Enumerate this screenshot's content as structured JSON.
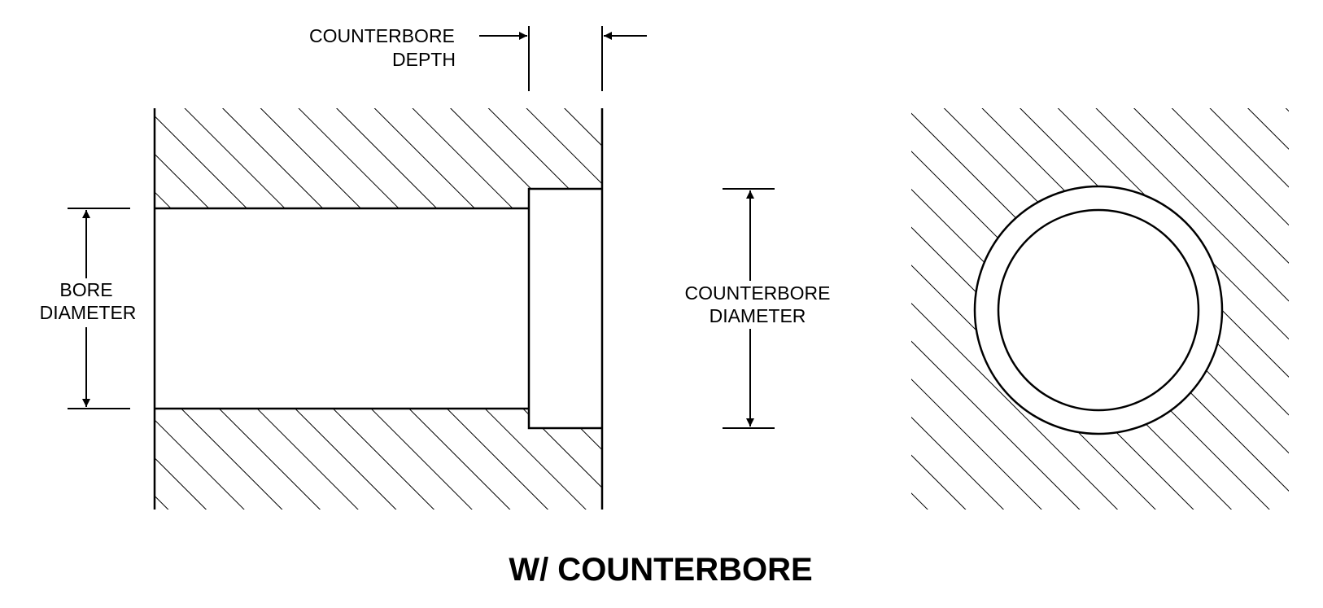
{
  "labels": {
    "counterbore_depth_line1": "COUNTERBORE",
    "counterbore_depth_line2": "DEPTH",
    "bore_diameter_line1": "BORE",
    "bore_diameter_line2": "DIAMETER",
    "counterbore_diameter_line1": "COUNTERBORE",
    "counterbore_diameter_line2": "DIAMETER"
  },
  "caption": "W/ COUNTERBORE"
}
